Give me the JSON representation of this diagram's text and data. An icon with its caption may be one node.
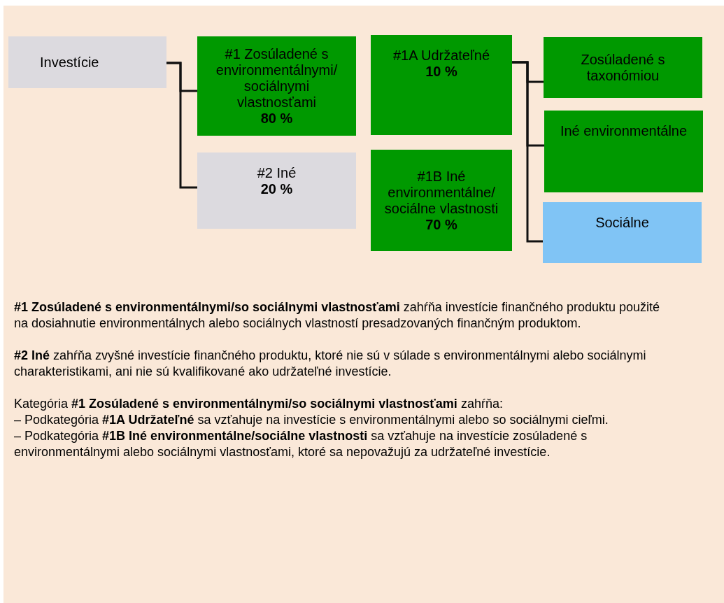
{
  "diagram": {
    "nodes": [
      {
        "text": [
          "Investície"
        ]
      },
      {
        "text": [
          "#1 Zosúladené s environmentálnymi/ sociálnymi vlastnosťami",
          "80 %"
        ]
      },
      {
        "text": [
          "#2 Iné",
          "20 %"
        ]
      },
      {
        "text": [
          "#1A Udržateľné",
          "10 %"
        ]
      },
      {
        "text": [
          "#1B Iné environmentálne/ sociálne vlastnosti",
          "70 %"
        ]
      },
      {
        "text": [
          "Zosúladené s taxonómiou"
        ]
      },
      {
        "text": [
          "Iné environmentálne"
        ]
      },
      {
        "text": [
          "Sociálne"
        ]
      }
    ],
    "edges": [
      {
        "from": 0,
        "to": 1,
        "arrow": "none"
      },
      {
        "from": 0,
        "to": 2,
        "arrow": "none"
      },
      {
        "from": 3,
        "to": 5,
        "arrow": "none"
      },
      {
        "from": 3,
        "to": 6,
        "arrow": "none"
      },
      {
        "from": 3,
        "to": 7,
        "arrow": "none"
      }
    ],
    "labels": [
      "**#1 Zosúladené s environmentálnymi/so sociálnymi vlastnosťami** zahŕňa investície finančného produktu použité na dosiahnutie environmentálnych alebo sociálnych vlastností presadzovaných finančným produktom.",
      "**#2 Iné** zahŕňa zvyšné investície finančného produktu, ktoré nie sú v súlade s environmentálnymi alebo sociálnymi charakteristikami, ani nie sú kvalifikované ako udržateľné investície.",
      "Kategória **#1 Zosúladené s environmentálnymi/so sociálnymi vlastnosťami** zahŕňa:",
      "– Podkategória **#1A Udržateľné** sa vzťahuje na investície s environmentálnymi alebo so sociálnymi cieľmi.",
      "– Podkategória **#1B Iné environmentálne/sociálne vlastnosti** sa vzťahuje na investície zosúladené s environmentálnymi alebo sociálnymi vlastnosťami, ktoré sa nepovažujú za udržateľné investície."
    ]
  }
}
